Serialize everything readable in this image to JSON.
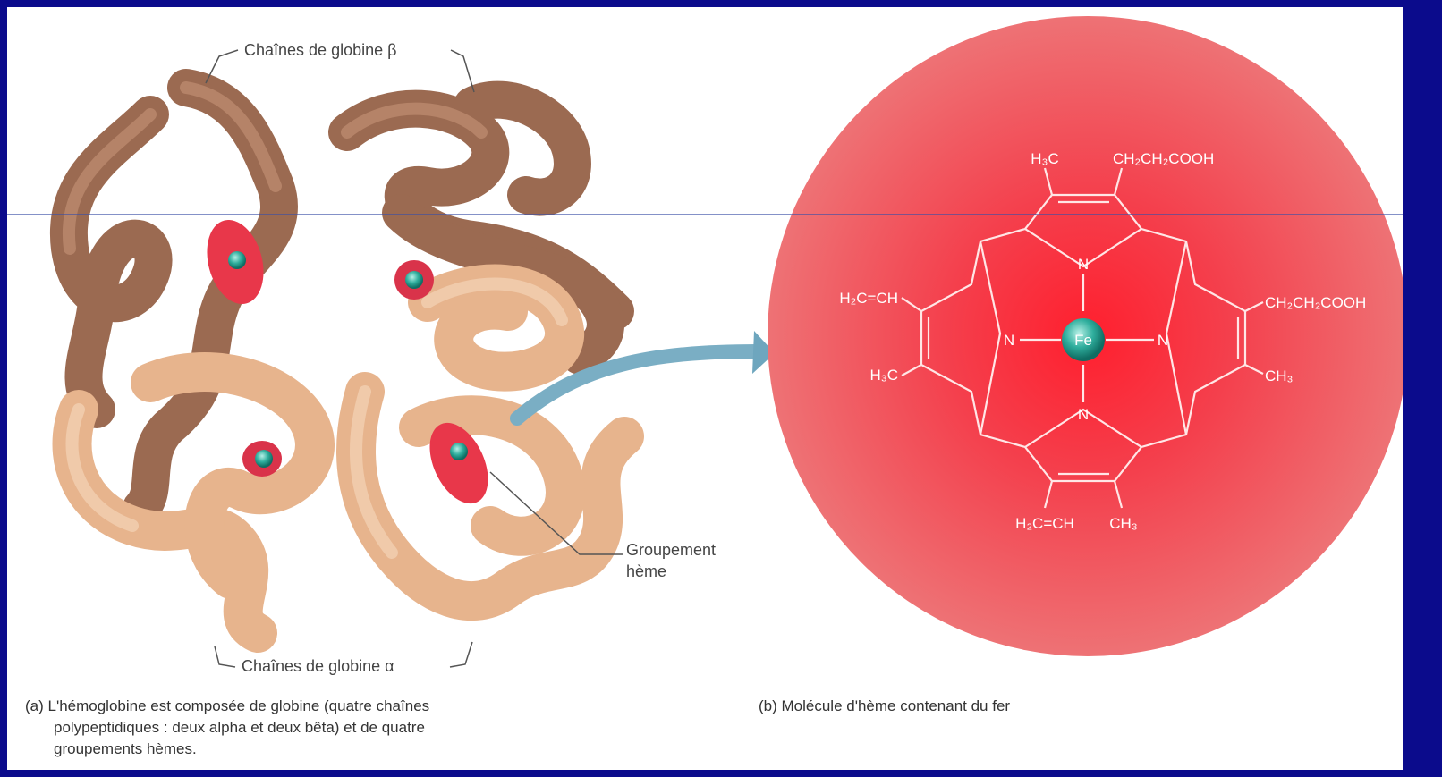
{
  "figure": {
    "left_panel": {
      "label_top": "Chaînes de globine β",
      "label_bottom": "Chaînes de globine α",
      "label_heme_line1": "Groupement",
      "label_heme_line2": "hème",
      "caption_line1": "(a) L'hémoglobine est composée de globine (quatre chaînes",
      "caption_line2": "polypeptidiques : deux alpha et deux bêta) et de quatre",
      "caption_line3": "groupements hèmes."
    },
    "right_panel": {
      "caption": "(b) Molécule d'hème contenant du fer",
      "center_atom": "Fe",
      "nitrogen": "N",
      "substituents": {
        "top_left": "H₃C",
        "top_right": "CH₂CH₂COOH",
        "left_top": "H₂C=CH",
        "left_bottom": "H₃C",
        "right_top": "CH₂CH₂COOH",
        "right_bottom": "CH₃",
        "bottom_left": "H₂C=CH",
        "bottom_right": "CH₃"
      }
    }
  },
  "colors": {
    "frame": "#0b0b8c",
    "alpha_chain": "#eab893",
    "beta_chain": "#a9785e",
    "heme_disc": "#e8374a",
    "iron": "#38b4a6",
    "arrow": "#7aaec4"
  }
}
